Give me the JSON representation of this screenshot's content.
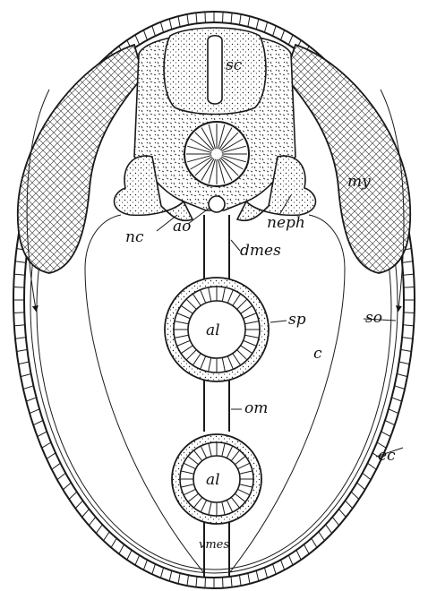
{
  "labels": {
    "sc": "sc",
    "my": "my",
    "nc": "nc",
    "ao": "ao",
    "neph": "neph",
    "dmes": "dmes",
    "al_upper": "al",
    "sp": "sp",
    "so": "so",
    "c": "c",
    "om": "om",
    "ec": "ec",
    "al_lower": "al",
    "vmes": "vmes"
  }
}
